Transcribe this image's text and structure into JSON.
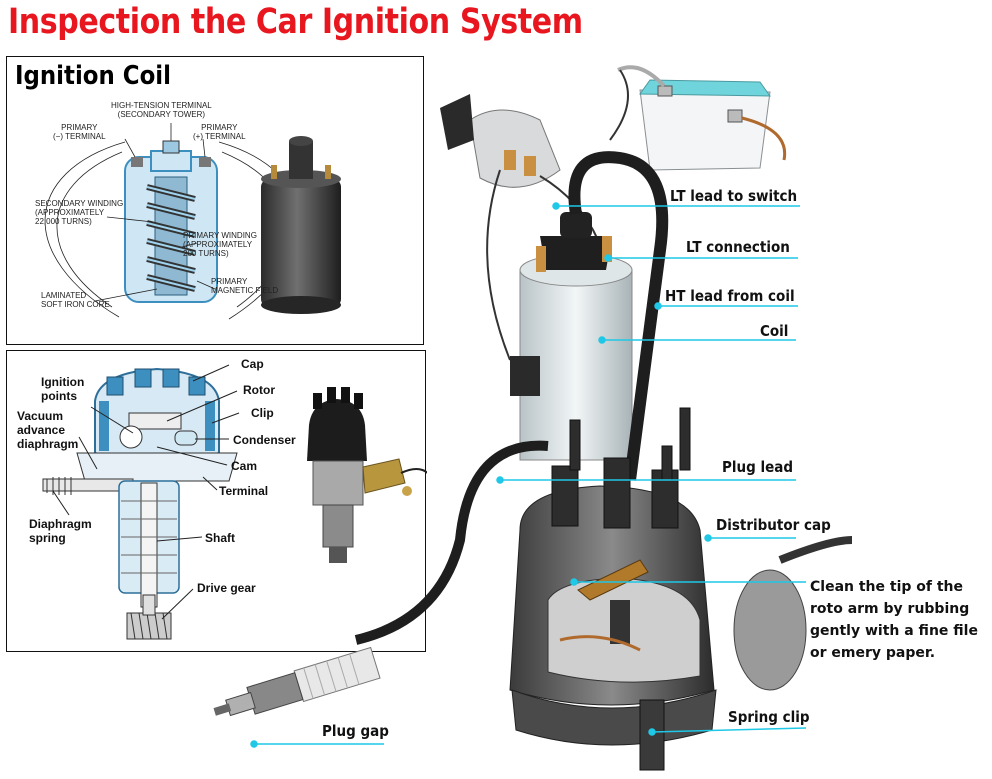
{
  "title": "Inspection the Car Ignition System",
  "coil_panel": {
    "title": "Ignition Coil",
    "labels": {
      "high_tension": "HIGH-TENSION TERMINAL\n(SECONDARY TOWER)",
      "primary_neg": "PRIMARY\n(−) TERMINAL",
      "primary_pos": "PRIMARY\n(+) TERMINAL",
      "secondary_winding": "SECONDARY WINDING\n(APPROXIMATELY\n22,000 TURNS)",
      "primary_winding": "PRIMARY WINDING\n(APPROXIMATELY\n200 TURNS)",
      "magnetic_field": "PRIMARY\nMAGNETIC FIELD",
      "iron_core": "LAMINATED\nSOFT IRON CORE"
    }
  },
  "distributor_panel": {
    "labels": {
      "cap": "Cap",
      "rotor": "Rotor",
      "clip": "Clip",
      "condenser": "Condenser",
      "cam": "Cam",
      "terminal": "Terminal",
      "shaft": "Shaft",
      "drive_gear": "Drive gear",
      "ignition_points": "Ignition\npoints",
      "vacuum_advance": "Vacuum\nadvance\ndiaphragm",
      "diaphragm_spring": "Diaphragm\nspring"
    }
  },
  "main_labels": {
    "lt_switch": "LT lead to switch",
    "lt_connection": "LT connection",
    "ht_lead": "HT lead from coil",
    "coil": "Coil",
    "plug_lead": "Plug lead",
    "distributor_cap": "Distributor cap",
    "clean_tip": "Clean the tip of the roto arm by rubbing gently with a fine file or emery paper.",
    "spring_clip": "Spring clip",
    "plug_gap": "Plug gap"
  },
  "colors": {
    "title": "#e8161e",
    "leader": "#1ec8e6",
    "cutaway_blue": "#3d8fbf"
  }
}
